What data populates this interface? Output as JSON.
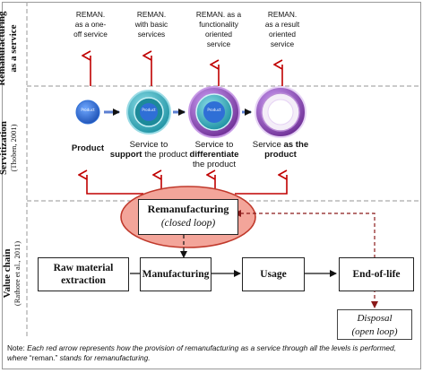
{
  "rows": {
    "reman_service": {
      "title": "Remanufacturing as a service"
    },
    "servitization": {
      "title": "Servitization",
      "source": "(Thoben, 2001)"
    },
    "value_chain": {
      "title": "Value chain",
      "source": "(Rathore et al., 2011)"
    }
  },
  "reman_options": [
    {
      "line1": "REMAN.",
      "line2": "as a one-",
      "line3": "off service"
    },
    {
      "line1": "REMAN.",
      "line2": "with basic",
      "line3": "services"
    },
    {
      "line1": "REMAN. as a",
      "line2": "functionality",
      "line3": "oriented",
      "line4": "service"
    },
    {
      "line1": "REMAN.",
      "line2": "as a result",
      "line3": "oriented",
      "line4": "service"
    }
  ],
  "servitization_levels": [
    {
      "pre": "",
      "bold": "Product",
      "post": ""
    },
    {
      "pre": "Service to",
      "bold": "support",
      "post": "the product"
    },
    {
      "pre": "Service to",
      "bold": "differentiate",
      "post": "the product"
    },
    {
      "pre": "Service",
      "bold": "as the product",
      "post": ""
    }
  ],
  "circle_center_label": "Product",
  "remanufacturing": {
    "title": "Remanufacturing",
    "subtitle": "(closed loop)"
  },
  "chain": {
    "raw_material": "Raw material extraction",
    "manufacturing": "Manufacturing",
    "usage": "Usage",
    "end_of_life": "End-of-life"
  },
  "disposal": {
    "title": "Disposal",
    "subtitle": "(open loop)"
  },
  "note": {
    "prefix": "Note: ",
    "italic1": "Each red arrow represents how the provision of remanufacturing as a service through all the levels is performed, where ",
    "quoted": "“reman.”",
    "italic2": " stands for remanufacturing."
  },
  "colors": {
    "red": "#c00000",
    "ellipse_fill": "#f3a59a",
    "ellipse_stroke": "#c0392b",
    "teal": "#2aa7b8",
    "purple": "#7a3e9d",
    "blue": "#2f6fd6"
  }
}
